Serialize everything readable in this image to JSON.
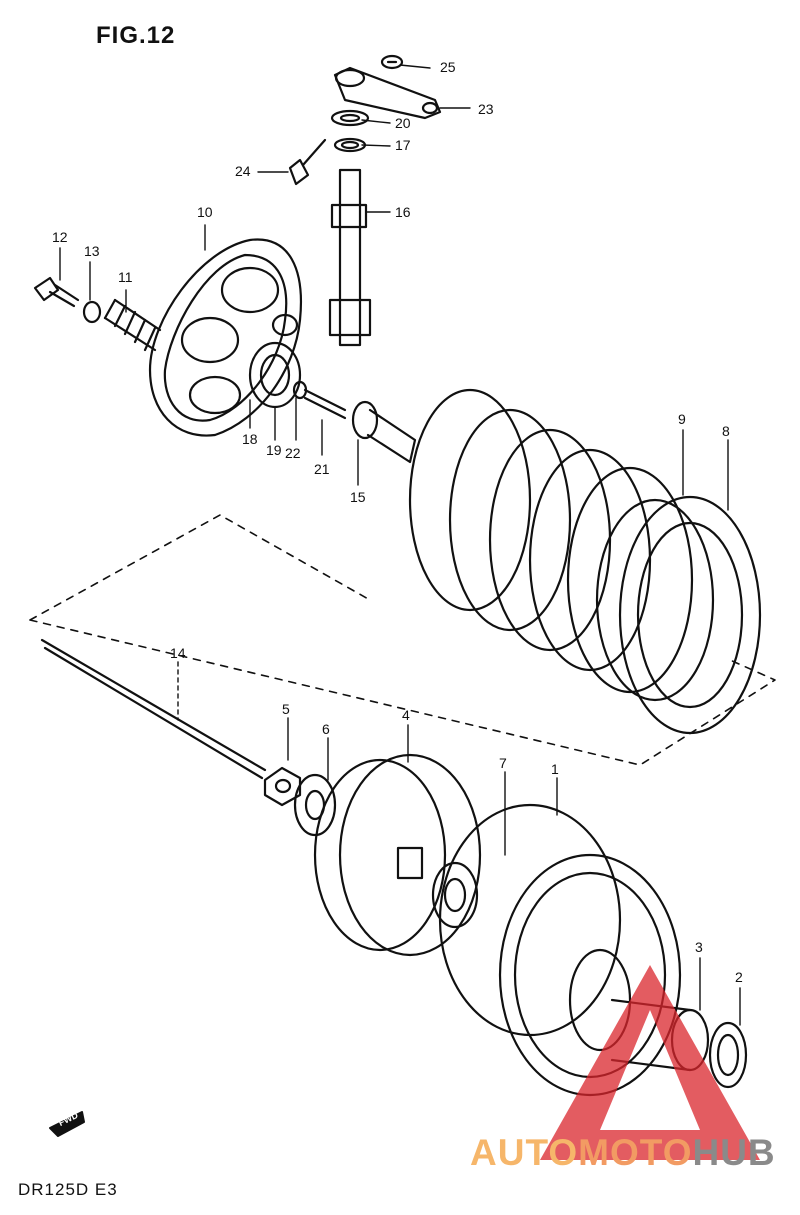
{
  "figure": {
    "title": "FIG.12",
    "model": "DR125D  E3",
    "fwd_arrow_label": "FWD"
  },
  "callouts": [
    "25",
    "23",
    "20",
    "17",
    "24",
    "16",
    "10",
    "12",
    "13",
    "11",
    "18",
    "19",
    "22",
    "21",
    "15",
    "9",
    "8",
    "14",
    "5",
    "6",
    "4",
    "7",
    "1",
    "3",
    "2"
  ],
  "watermark": {
    "part1": "AUTO",
    "part2": "MOTO",
    "part3": "HUB",
    "colors": {
      "triangle": "#d9262c",
      "part1": "#f6b66a",
      "part2": "#f29b63",
      "part3": "#8a8a8a"
    }
  }
}
